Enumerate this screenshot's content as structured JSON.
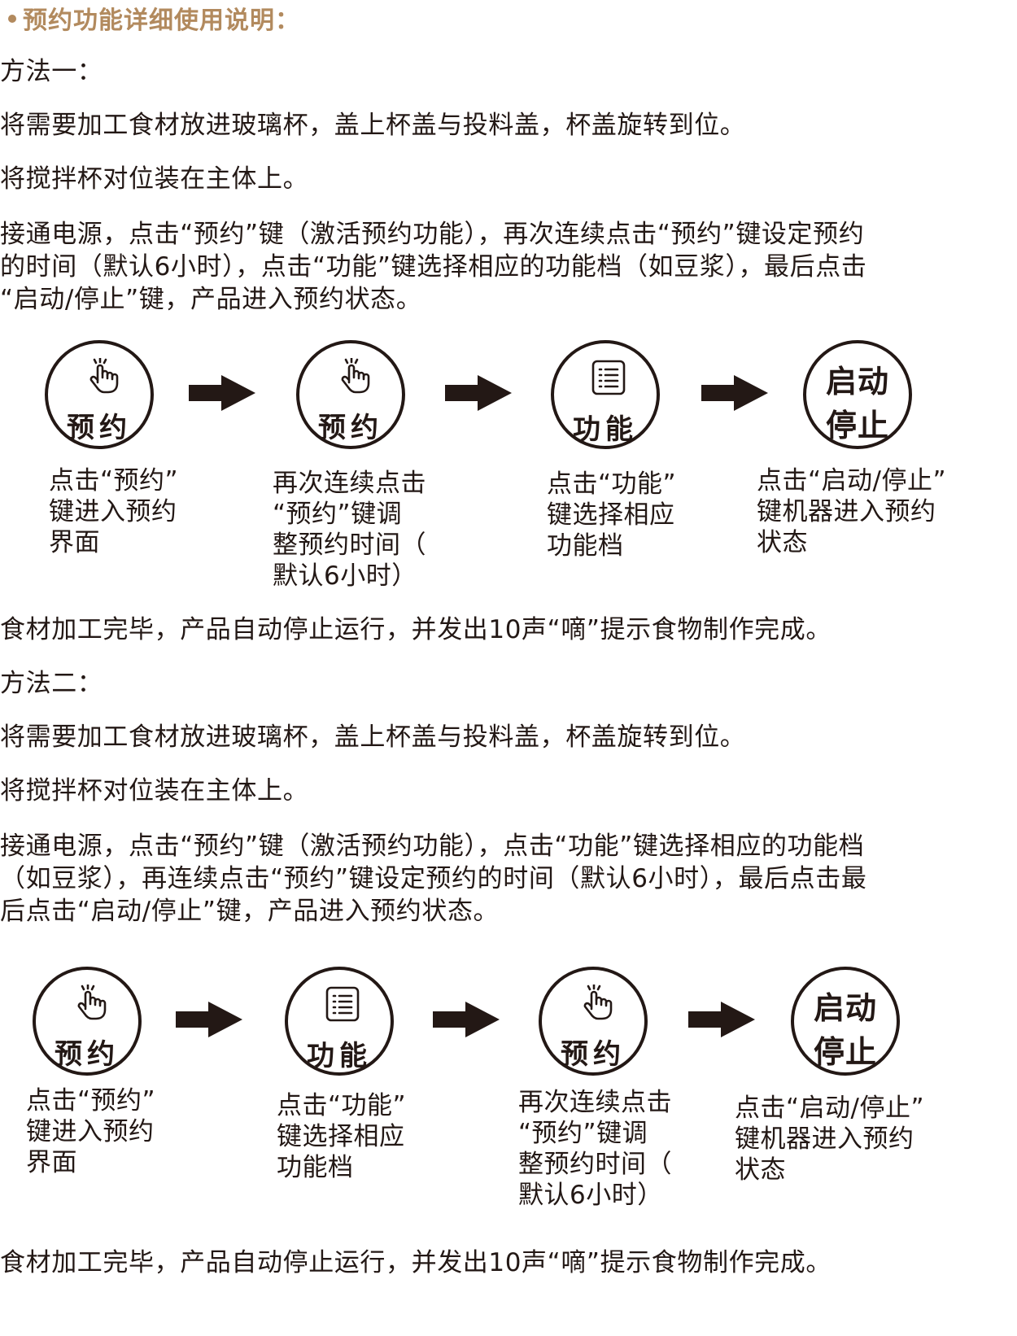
{
  "title": "预约功能详细使用说明：",
  "method1": {
    "heading": "方法一：",
    "p1": "将需要加工食材放进玻璃杯，盖上杯盖与投料盖，杯盖旋转到位。",
    "p2": "将搅拌杯对位装在主体上。",
    "p3_lines": [
      "接通电源，点击“预约”键（激活预约功能），再次连续点击“预约”键设定预约",
      "的时间（默认6小时），点击“功能”键选择相应的功能档（如豆浆），最后点击",
      "“启动/停止”键，产品进入预约状态。"
    ],
    "steps": [
      {
        "label": "预约",
        "icon": "hand-tap-icon",
        "caption": [
          "点击“预约”",
          "键进入预约",
          "界面"
        ]
      },
      {
        "label": "预约",
        "icon": "hand-tap-icon",
        "caption": [
          "再次连续点击",
          "“预约”键调",
          "整预约时间（",
          "默认6小时）"
        ]
      },
      {
        "label": "功能",
        "icon": "menu-list-icon",
        "caption": [
          "点击“功能”",
          "键选择相应",
          "功能档"
        ]
      },
      {
        "label_top": "启动",
        "label_bottom": "停止",
        "caption": [
          "点击“启动/停止”",
          "键机器进入预约",
          "状态"
        ]
      }
    ],
    "footer": "食材加工完毕，产品自动停止运行，并发出10声“嘀”提示食物制作完成。"
  },
  "method2": {
    "heading": "方法二：",
    "p1": "将需要加工食材放进玻璃杯，盖上杯盖与投料盖，杯盖旋转到位。",
    "p2": "将搅拌杯对位装在主体上。",
    "p3_lines": [
      "接通电源，点击“预约”键（激活预约功能），点击“功能”键选择相应的功能档",
      "（如豆浆），再连续点击“预约”键设定预约的时间（默认6小时），最后点击最",
      "后点击“启动/停止”键，产品进入预约状态。"
    ],
    "steps": [
      {
        "label": "预约",
        "icon": "hand-tap-icon",
        "caption": [
          "点击“预约”",
          "键进入预约",
          "界面"
        ]
      },
      {
        "label": "功能",
        "icon": "menu-list-icon",
        "caption": [
          "点击“功能”",
          "键选择相应",
          "功能档"
        ]
      },
      {
        "label": "预约",
        "icon": "hand-tap-icon",
        "caption": [
          "再次连续点击",
          "“预约”键调",
          "整预约时间（",
          "默认6小时）"
        ]
      },
      {
        "label_top": "启动",
        "label_bottom": "停止",
        "caption": [
          "点击“启动/停止”",
          "键机器进入预约",
          "状态"
        ]
      }
    ],
    "footer": "食材加工完毕，产品自动停止运行，并发出10声“嘀”提示食物制作完成。"
  },
  "colors": {
    "accent": "#b28a5e",
    "ink": "#231815"
  }
}
